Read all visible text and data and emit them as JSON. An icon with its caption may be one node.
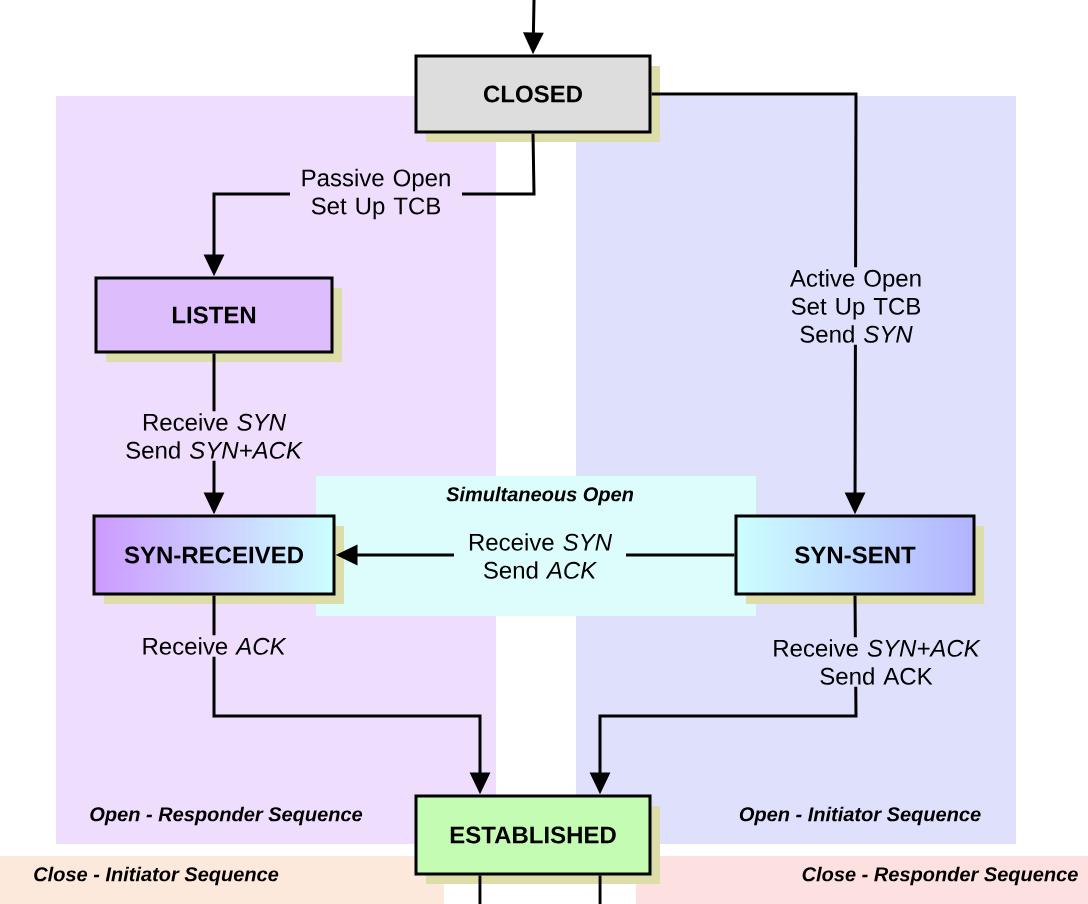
{
  "diagram": {
    "nodes": [
      {
        "text": [
          "CLOSED"
        ]
      },
      {
        "text": [
          "LISTEN"
        ]
      },
      {
        "text": [
          "SYN-RECEIVED"
        ]
      },
      {
        "text": [
          "SYN-SENT"
        ]
      },
      {
        "text": [
          "ESTABLISHED"
        ]
      }
    ],
    "edges": [
      {
        "from": null,
        "to": 0,
        "arrow": "to"
      },
      {
        "from": 0,
        "to": 1,
        "arrow": "to",
        "label": "Passive Open Set Up TCB"
      },
      {
        "from": 0,
        "to": 3,
        "arrow": "to",
        "label": "Active Open Set Up TCB Send *SYN*"
      },
      {
        "from": 1,
        "to": 2,
        "arrow": "to",
        "label": "Receive *SYN* Send *SYN+ACK*"
      },
      {
        "from": 3,
        "to": 2,
        "arrow": "to",
        "label": "Receive *SYN* Send *ACK*"
      },
      {
        "from": 2,
        "to": 4,
        "arrow": "to",
        "label": "Receive *ACK*"
      },
      {
        "from": 3,
        "to": 4,
        "arrow": "to",
        "label": "Receive *SYN+ACK* Send ACK"
      },
      {
        "from": 4,
        "to": null,
        "arrow": "none"
      },
      {
        "from": 4,
        "to": null,
        "arrow": "none"
      }
    ],
    "labels": [
      "Simultaneous Open",
      "Open - Responder Sequence",
      "Open - Initiator Sequence",
      "Close - Initiator Sequence",
      "Close - Responder Sequence"
    ]
  }
}
